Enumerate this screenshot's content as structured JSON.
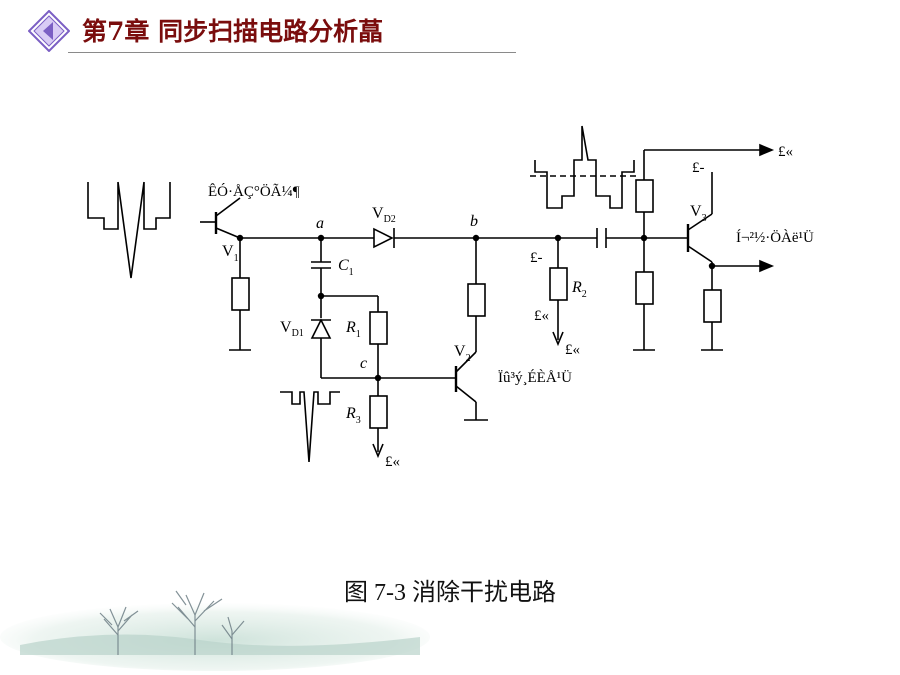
{
  "header": {
    "title": "第7章 同步扫描电路分析蕌",
    "icon": "diamond-arrow-icon",
    "accent_color": "#7a0d0d",
    "icon_color": "#7b5fc4"
  },
  "circuit": {
    "input_label": "ÊÓ·ÅÇ°ÖÃ¼¶",
    "node_a": "a",
    "node_b": "b",
    "node_c": "c",
    "v1_base": "V",
    "v1_sub": "1",
    "v2_base": "V",
    "v2_sub": "2",
    "v3_base": "V",
    "v3_sub": "3",
    "vd2_base": "V",
    "vd2_sub": "D2",
    "vd1_base": "V",
    "vd1_sub": "D1",
    "c1_base": "C",
    "c1_sub": "1",
    "r1_base": "R",
    "r1_sub": "1",
    "r2_base": "R",
    "r2_sub": "2",
    "r3_base": "R",
    "r3_sub": "3",
    "v2_label": "Ïû³ý¸ÉÈÅ¹Ü",
    "v3_label": "Í¬²½·ÖÀë¹Ü",
    "supply_v3_top": "£-",
    "out_top_arrow": "£«",
    "supply_r2_top": "£-",
    "r2_left_label": "£«",
    "r2_bottom_label": "£«",
    "r3_bottom_label": "£«"
  },
  "caption": "图 7-3 消除干扰电路"
}
